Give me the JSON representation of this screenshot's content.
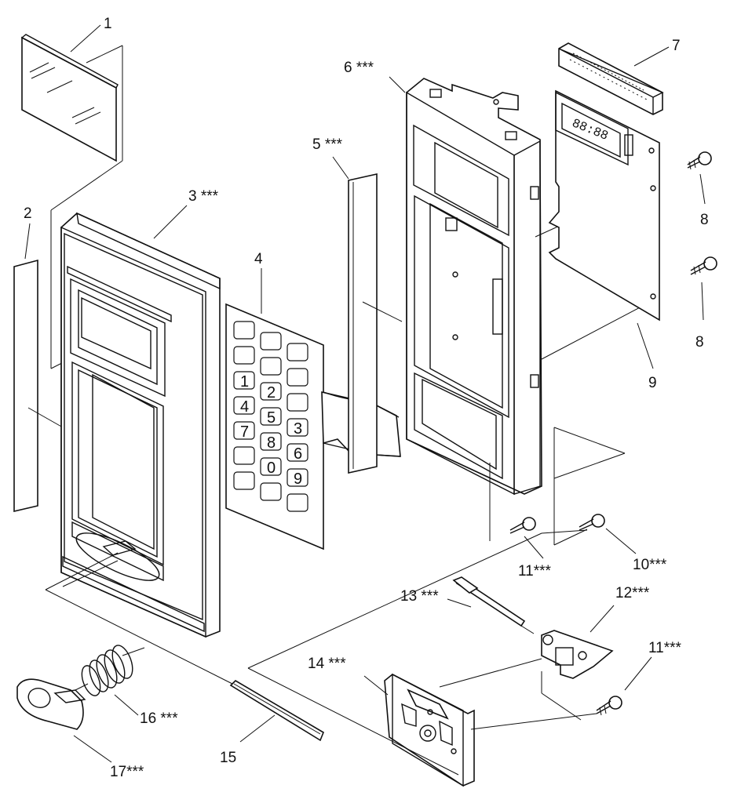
{
  "labels": {
    "l1": "1",
    "l2": "2",
    "l3": "3 ***",
    "l4": "4",
    "l5": "5 ***",
    "l6": "6 ***",
    "l7": "7",
    "l8a": "8",
    "l8b": "8",
    "l9": "9",
    "l10": "10***",
    "l11a": "11***",
    "l11b": "11***",
    "l12": "12***",
    "l13": "13 ***",
    "l14": "14 ***",
    "l15": "15",
    "l16": "16 ***",
    "l17": "17***"
  },
  "keypad": {
    "keys": [
      "",
      "",
      "",
      "",
      "",
      "",
      "1",
      "2",
      "",
      "4",
      "5",
      "3",
      "7",
      "8",
      "6",
      "",
      "0",
      "9",
      "",
      "",
      ""
    ]
  },
  "display": {
    "text": "88:88"
  }
}
